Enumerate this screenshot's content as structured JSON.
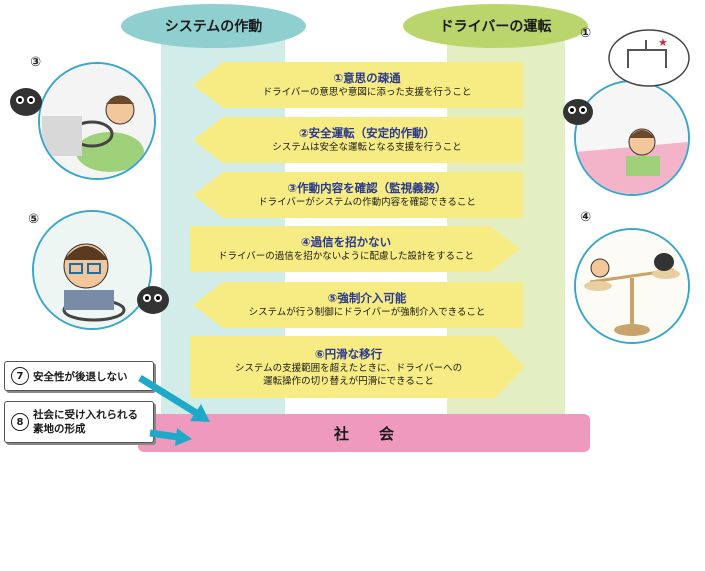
{
  "headers": {
    "system": "システムの作動",
    "driver": "ドライバーの運転"
  },
  "principles": [
    {
      "title": "①意思の疎通",
      "desc": [
        "ドライバーの意思や意図に添った支援を行うこと"
      ]
    },
    {
      "title": "②安全運転（安定的作動）",
      "desc": [
        "システムは安全な運転となる支援を行うこと"
      ]
    },
    {
      "title": "③作動内容を確認（監視義務）",
      "desc": [
        "ドライバーがシステムの作動内容を確認できること"
      ]
    },
    {
      "title": "④過信を招かない",
      "desc": [
        "ドライバーの過信を招かないように配慮した設計をすること"
      ]
    },
    {
      "title": "⑤強制介入可能",
      "desc": [
        "システムが行う制御にドライバーが強制介入できること"
      ]
    },
    {
      "title": "⑥円滑な移行",
      "desc": [
        "システムの支援範囲を超えたときに、ドライバーへの",
        "運転操作の切り替えが円滑にできること"
      ]
    }
  ],
  "society": "社会",
  "side_boxes": [
    {
      "num": "7",
      "label": [
        "安全性が後退しない"
      ]
    },
    {
      "num": "8",
      "label": [
        "社会に受け入れられる",
        "素地の形成"
      ]
    }
  ],
  "illustration_numbers": [
    "③",
    "①",
    "⑤",
    "④"
  ],
  "colors": {
    "left_column": "#d2ecea",
    "right_column": "#e3eec2",
    "arrow_fill": "#f6ec83",
    "title_text": "#2b3a8c",
    "society_bar": "#f099be",
    "cyan_arrow": "#1fa9c9"
  }
}
